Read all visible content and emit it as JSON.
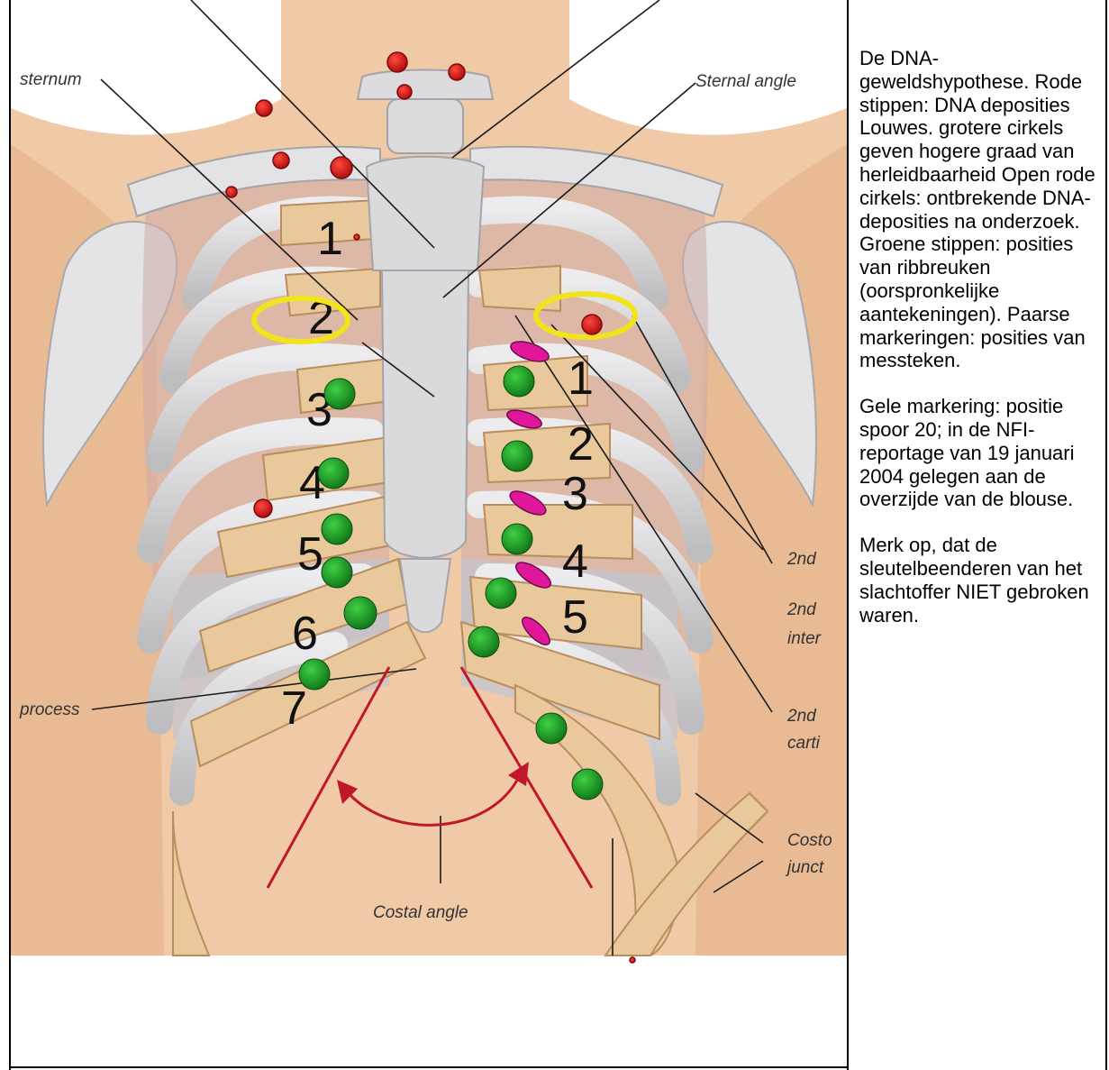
{
  "figure": {
    "labels": {
      "sternum": "sternum",
      "sternal_angle": "Sternal angle",
      "process": "process",
      "costal_angle": "Costal angle",
      "second_a": "2nd",
      "second_b": "2nd",
      "inter": "inter",
      "second_c": "2nd",
      "carti": "carti",
      "costo": "Costo",
      "junct": "junct"
    },
    "rib_numbers_left": [
      "1",
      "2",
      "3",
      "4",
      "5",
      "6",
      "7"
    ],
    "rib_numbers_right": [
      "1",
      "2",
      "3",
      "4",
      "5"
    ],
    "colors": {
      "dna_dot": "#e0181b",
      "fracture_dot": "#1ea126",
      "stab_mark": "#e0179a",
      "trace_ring": "#f2e41a",
      "skin": "#f0c9a6",
      "bone": "#d9d9db",
      "cartilage": "#e9c89c",
      "costal_arrow": "#c0182a"
    }
  },
  "legend": {
    "paragraphs": [
      "De DNA-geweldshypothese. Rode stippen: DNA deposities Louwes. grotere cirkels geven hogere graad van herleidbaarheid Open rode cirkels: ontbrekende DNA-deposities na onderzoek. Groene stippen: posities van ribbreuken (oorspronkelijke aantekeningen). Paarse markeringen: posities van messteken.",
      "Gele markering: positie spoor 20; in de NFI- reportage van 19 januari 2004 gelegen aan de overzijde van de blouse.",
      "Merk op, dat de sleutelbeenderen van het slachtoffer NIET gebroken waren."
    ]
  }
}
